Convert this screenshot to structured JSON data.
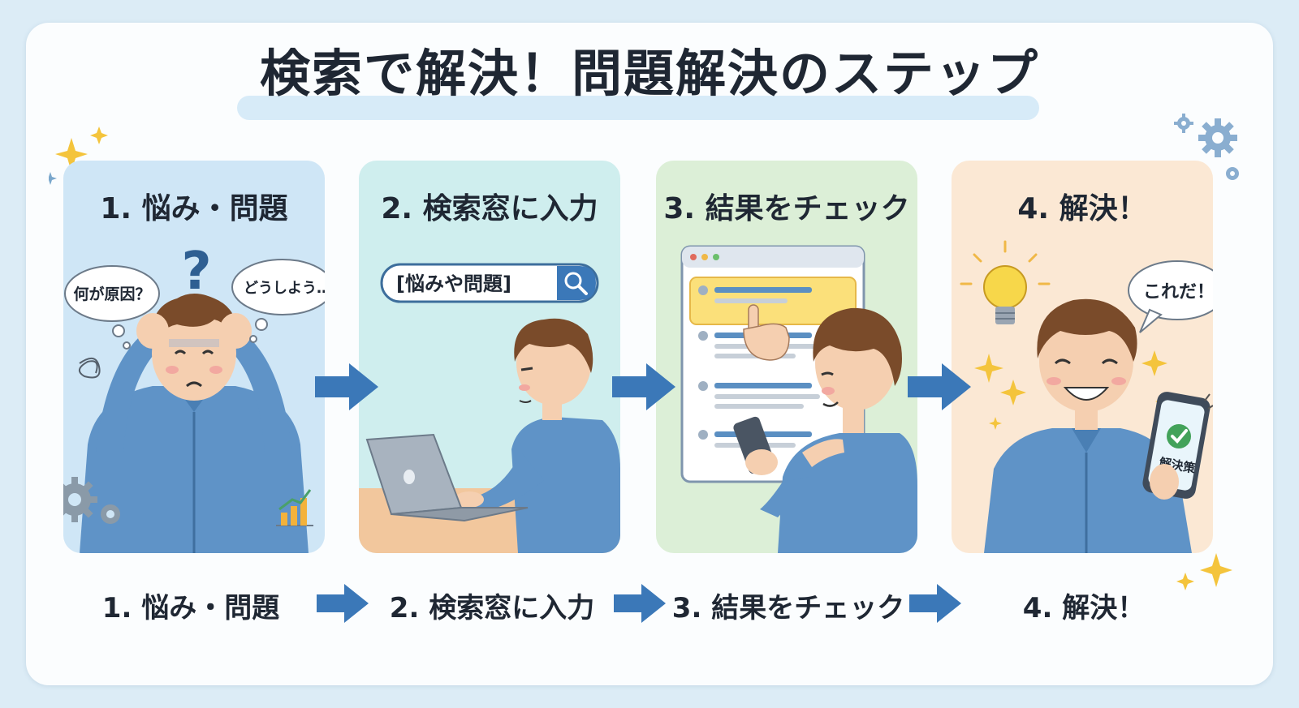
{
  "title": "検索で解決！問題解決のステップ",
  "steps": [
    {
      "heading": "1. 悩み・問題",
      "label": "1. 悩み・問題",
      "bubbles": [
        "何が原因？",
        "どうしよう…"
      ],
      "symbol": "?"
    },
    {
      "heading": "2. 検索窓に入力",
      "label": "2. 検索窓に入力",
      "search_value": "[悩みや問題]"
    },
    {
      "heading": "3. 結果をチェック",
      "label": "3. 結果をチェック"
    },
    {
      "heading": "4. 解決！",
      "label": "4. 解決！",
      "bubble": "これだ！",
      "phone_text": "解決策"
    }
  ],
  "colors": {
    "panel1": "#cfe6f6",
    "panel2": "#cfeeee",
    "panel3": "#dcefd7",
    "panel4": "#fbe8d4",
    "arrow": "#3b78b8",
    "shirt": "#5f93c7",
    "hair": "#7a4b2a"
  },
  "icons": [
    "question-mark-icon",
    "gear-icon",
    "chart-icon",
    "search-icon",
    "laptop-icon",
    "pointer-hand-icon",
    "smartphone-icon",
    "lightbulb-icon",
    "checkmark-icon",
    "sparkle-icon"
  ]
}
